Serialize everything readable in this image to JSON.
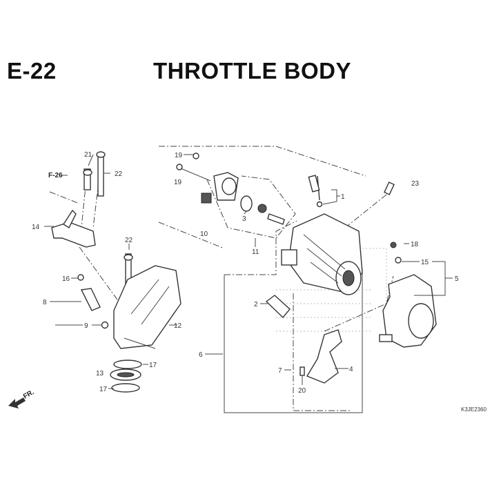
{
  "header": {
    "code": "E-22",
    "title": "THROTTLE BODY"
  },
  "reference": "F-26",
  "direction": "FR.",
  "diagram_id": "K3JE2360",
  "callouts": {
    "c1": "1",
    "c2": "2",
    "c3": "3",
    "c4": "4",
    "c5": "5",
    "c6": "6",
    "c7": "7",
    "c8": "8",
    "c9": "9",
    "c10": "10",
    "c11": "11",
    "c12": "12",
    "c13": "13",
    "c14": "14",
    "c15": "15",
    "c16": "16",
    "c17a": "17",
    "c17b": "17",
    "c18": "18",
    "c19a": "19",
    "c19b": "19",
    "c20": "20",
    "c21": "21",
    "c22a": "22",
    "c22b": "22",
    "c23": "23"
  }
}
